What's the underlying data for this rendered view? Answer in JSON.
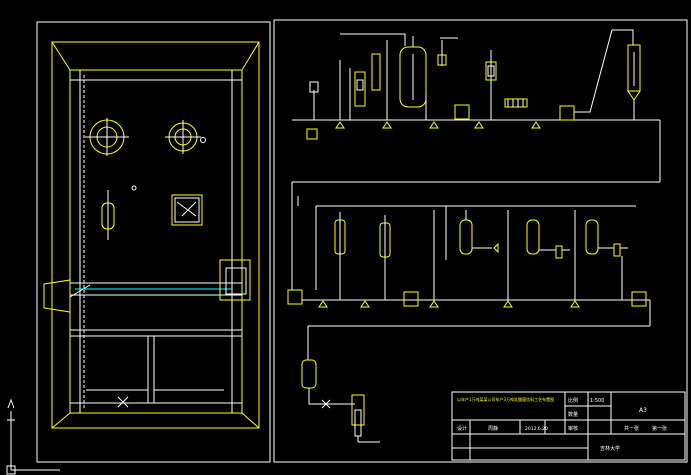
{
  "title_block": {
    "description": "以年产1万吨某某公司年产3万吨乳酸菌饮料工艺布置图",
    "scale_label": "比例",
    "scale_value": "1:500",
    "sheet_size": "A3",
    "qty_label": "数量",
    "designer_label": "设计",
    "designer_name": "周静",
    "date": "2012.6.20",
    "review_label": "审核",
    "sheet_of_1": "共一张",
    "sheet_of_2": "第一张",
    "school": "吉林大学"
  },
  "colors": {
    "background": "#000000",
    "lines": "#ffffff",
    "equipment": "#ffff00",
    "pipes": "#00ff00"
  }
}
